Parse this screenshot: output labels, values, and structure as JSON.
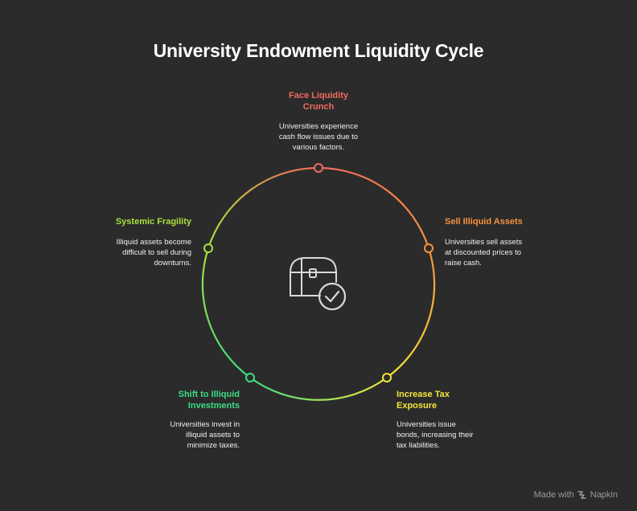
{
  "title": "University Endowment Liquidity Cycle",
  "colors": {
    "background": "#2b2b2b",
    "red": "#f26a5e",
    "orange": "#f5913e",
    "yellow": "#f3e53a",
    "green": "#3ddc84",
    "lime": "#a6e13c",
    "icon": "#d9d9d9"
  },
  "steps": [
    {
      "title_line1": "Face Liquidity",
      "title_line2": "Crunch",
      "desc_line1": "Universities experience",
      "desc_line2": "cash flow issues due to",
      "desc_line3": "various factors."
    },
    {
      "title_line1": "Sell Illiquid Assets",
      "desc_line1": "Universities sell assets",
      "desc_line2": "at discounted prices to",
      "desc_line3": "raise cash."
    },
    {
      "title_line1": "Increase Tax",
      "title_line2": "Exposure",
      "desc_line1": "Universities issue",
      "desc_line2": "bonds, increasing their",
      "desc_line3": "tax liabilities."
    },
    {
      "title_line1": "Shift to Illiquid",
      "title_line2": "Investments",
      "desc_line1": "Universities invest in",
      "desc_line2": "illiquid assets to",
      "desc_line3": "minimize taxes."
    },
    {
      "title_line1": "Systemic Fragility",
      "desc_line1": "Illiquid assets become",
      "desc_line2": "difficult to sell during",
      "desc_line3": "downturns."
    }
  ],
  "center_icon": "treasure-chest-check-icon",
  "footer": {
    "made_with": "Made with",
    "brand": "Napkin",
    "logo_icon": "napkin-logo-icon"
  }
}
